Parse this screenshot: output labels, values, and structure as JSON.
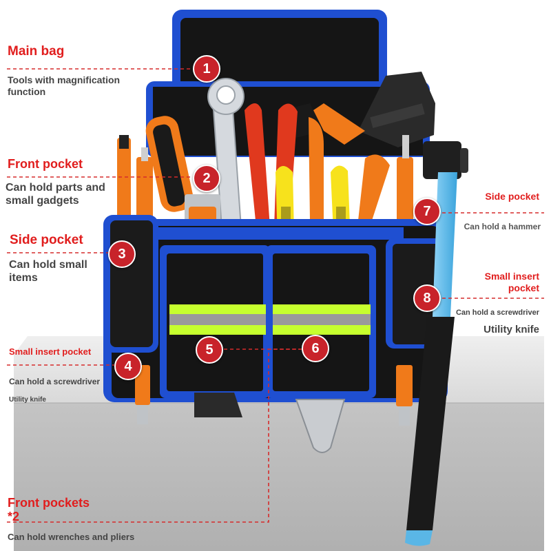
{
  "callouts": [
    {
      "number": "1",
      "title": "Main bag",
      "lines": [
        "Tools with magnification",
        "function"
      ]
    },
    {
      "number": "2",
      "title": "Front pocket",
      "lines": [
        "Can hold parts and",
        "small gadgets"
      ]
    },
    {
      "number": "3",
      "title": "Side pocket",
      "lines": [
        "Can hold small",
        "items"
      ]
    },
    {
      "number": "4",
      "title": "Small insert pocket",
      "lines": [
        "Can hold a screwdriver",
        "Utility knife"
      ]
    },
    {
      "number": "5",
      "title": "Front pockets",
      "title_line2": "*2",
      "lines": [
        "Can hold wrenches and pliers"
      ]
    },
    {
      "number": "6"
    },
    {
      "number": "7",
      "title": "Side pocket",
      "lines": [
        "Can hold a hammer"
      ]
    },
    {
      "number": "8",
      "title": "Small insert",
      "title_line2": "pocket",
      "lines": [
        "Can hold a screwdriver",
        "Utility knife"
      ]
    }
  ],
  "colors": {
    "accent_red": "#e11d1d",
    "badge_red": "#c8232a",
    "bag_blue": "#1f4fd1",
    "bag_black": "#151515",
    "reflective_green": "#c6ff2e",
    "reflective_silver": "#9a9a9a",
    "tool_orange": "#f07a1a",
    "plier_yellow": "#f7e21c",
    "hammer_handle_blue": "#5ab6e6"
  }
}
